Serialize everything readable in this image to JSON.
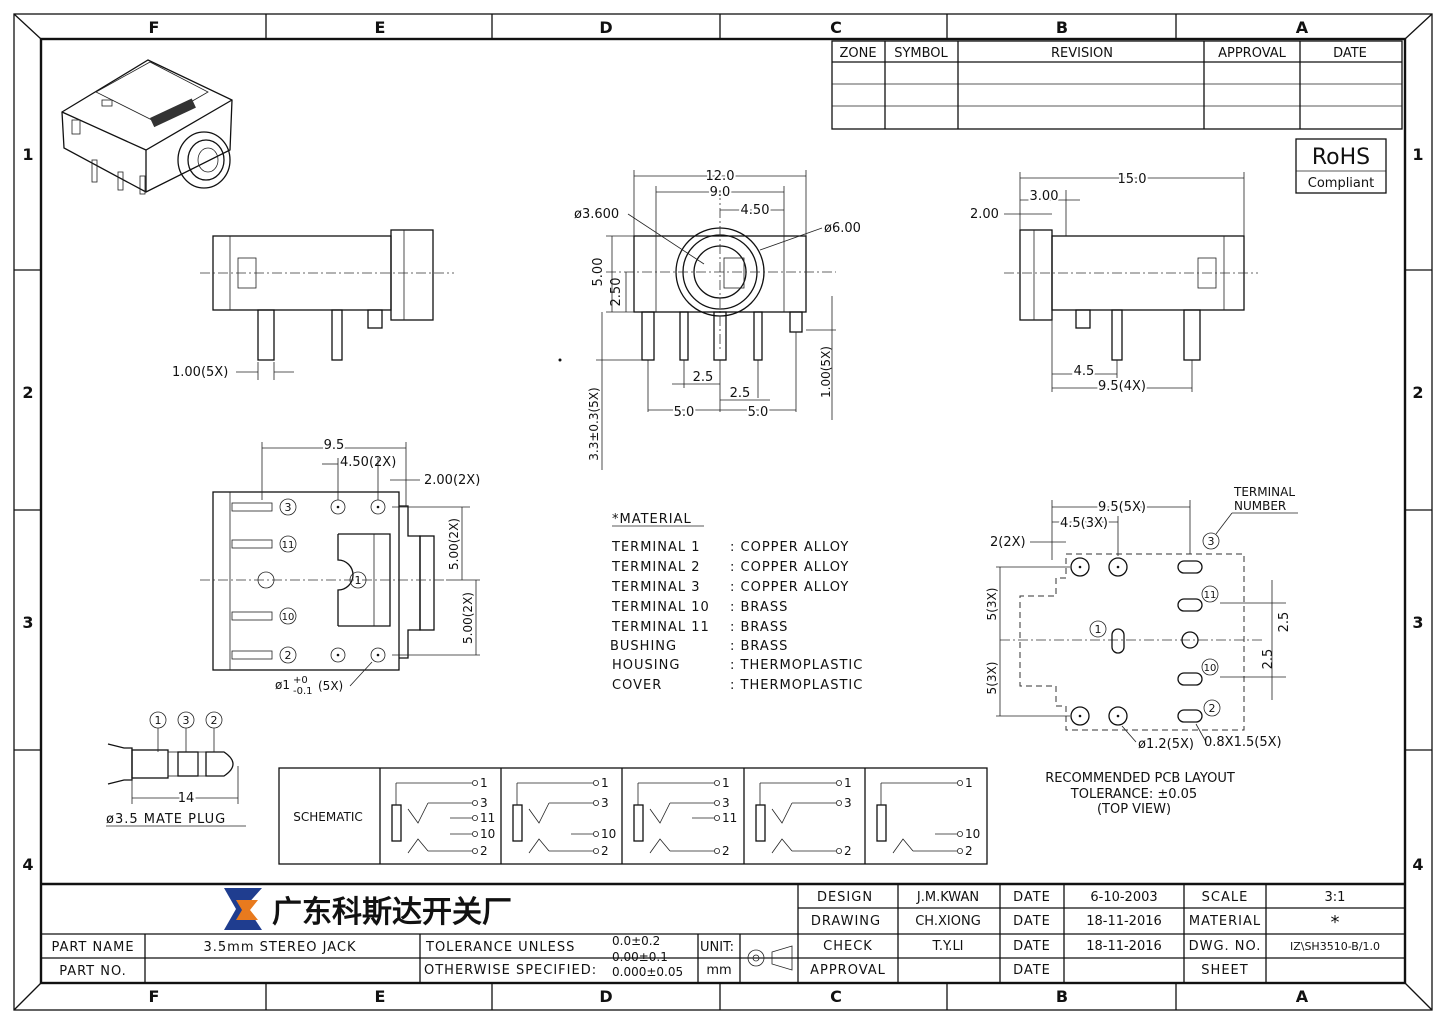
{
  "border": {
    "columns_top": [
      "F",
      "E",
      "D",
      "C",
      "B",
      "A"
    ],
    "columns_bottom": [
      "F",
      "E",
      "D",
      "C",
      "B",
      "A"
    ],
    "rows_left": [
      "1",
      "2",
      "3",
      "4"
    ],
    "rows_right": [
      "1",
      "2",
      "3",
      "4"
    ]
  },
  "revision_table": {
    "headers": [
      "ZONE",
      "SYMBOL",
      "REVISION",
      "APPROVAL",
      "DATE"
    ]
  },
  "rohs": {
    "title": "RoHS",
    "subtitle": "Compliant"
  },
  "dimensions": {
    "side_left": {
      "pin_width": "1.00(5X)"
    },
    "front": {
      "width_total": "12.0",
      "width_inner": "9.0",
      "half_inner": "4.50",
      "hole_dia": "ø3.600",
      "bushing_dia": "ø6.00",
      "height": "5.00",
      "half_height": "2.50",
      "pin_len": "3.3±0.3(5X)",
      "pin_width": "1.00(5X)",
      "pitch_a": "2.5",
      "pitch_b": "2.5",
      "span_left": "5.0",
      "span_right": "5.0"
    },
    "side_right": {
      "length": "15.0",
      "offset": "3.00",
      "flange": "2.00",
      "pin_offset": "4.5",
      "pin_pitch": "9.5(4X)"
    },
    "top": {
      "length": "9.5",
      "pitch": "4.50(2X)",
      "edge": "2.00(2X)",
      "vpitch1": "5.00(2X)",
      "vpitch2": "5.00(2X)",
      "hole": "ø1",
      "hole_tol_plus": "+0",
      "hole_tol_minus": "-0.1",
      "hole_count": "(5X)",
      "terminals": [
        "3",
        "11",
        "1",
        "10",
        "2"
      ]
    },
    "pcb": {
      "pitch_main": "9.5(5X)",
      "pitch_half": "4.5(3X)",
      "edge": "2(2X)",
      "v1": "5(3X)",
      "v2": "5(3X)",
      "right1": "2.5",
      "right2": "2.5",
      "terminal_label_1": "TERMINAL",
      "terminal_label_2": "NUMBER",
      "round_hole": "ø1.2(5X)",
      "slot": "0.8X1.5(5X)",
      "terminals": [
        "3",
        "11",
        "1",
        "10",
        "2"
      ]
    },
    "plug": {
      "length": "14",
      "name": "ø3.5 MATE PLUG",
      "callouts": [
        "1",
        "3",
        "2"
      ]
    }
  },
  "pcb_caption": [
    "RECOMMENDED PCB LAYOUT",
    "TOLERANCE: ±0.05",
    "(TOP VIEW)"
  ],
  "material": {
    "heading": "*MATERIAL",
    "rows": [
      {
        "part": "TERMINAL  1",
        "value": ": COPPER  ALLOY"
      },
      {
        "part": "TERMINAL  2",
        "value": ": COPPER  ALLOY"
      },
      {
        "part": "TERMINAL  3",
        "value": ": COPPER  ALLOY"
      },
      {
        "part": "TERMINAL  10",
        "value": ": BRASS"
      },
      {
        "part": "TERMINAL  11",
        "value": ": BRASS"
      },
      {
        "part": "BUSHING",
        "value": ": BRASS"
      },
      {
        "part": "HOUSING",
        "value": ": THERMOPLASTIC"
      },
      {
        "part": "COVER",
        "value": ": THERMOPLASTIC"
      }
    ]
  },
  "schematic": {
    "label": "SCHEMATIC",
    "cells": [
      [
        "1",
        "3",
        "11",
        "10",
        "2"
      ],
      [
        "1",
        "3",
        "10",
        "2"
      ],
      [
        "1",
        "3",
        "11",
        "2"
      ],
      [
        "1",
        "3",
        "2"
      ],
      [
        "1",
        "10",
        "2"
      ]
    ]
  },
  "title_block": {
    "company": "广东科斯达开关厂",
    "part_name_label": "PART NAME",
    "part_name": "3.5mm  STEREO  JACK",
    "part_no_label": "PART NO.",
    "tolerance_1": "TOLERANCE  UNLESS",
    "tolerance_2": "OTHERWISE  SPECIFIED:",
    "tol_a": "0.0±0.2",
    "tol_b": "0.00±0.1",
    "tol_c": "0.000±0.05",
    "unit_label": "UNIT:",
    "unit": "mm",
    "design_label": "DESIGN",
    "design": "J.M.KWAN",
    "drawing_label": "DRAWING",
    "drawing": "CH.XIONG",
    "check_label": "CHECK",
    "check": "T.Y.LI",
    "approval_label": "APPROVAL",
    "date_label": "DATE",
    "date_design": "6-10-2003",
    "date_drawing": "18-11-2016",
    "date_check": "18-11-2016",
    "scale_label": "SCALE",
    "scale": "3:1",
    "material_label": "MATERIAL",
    "material": "*",
    "dwg_label": "DWG. NO.",
    "dwg": "IZ\\SH3510-B/1.0",
    "sheet_label": "SHEET"
  }
}
